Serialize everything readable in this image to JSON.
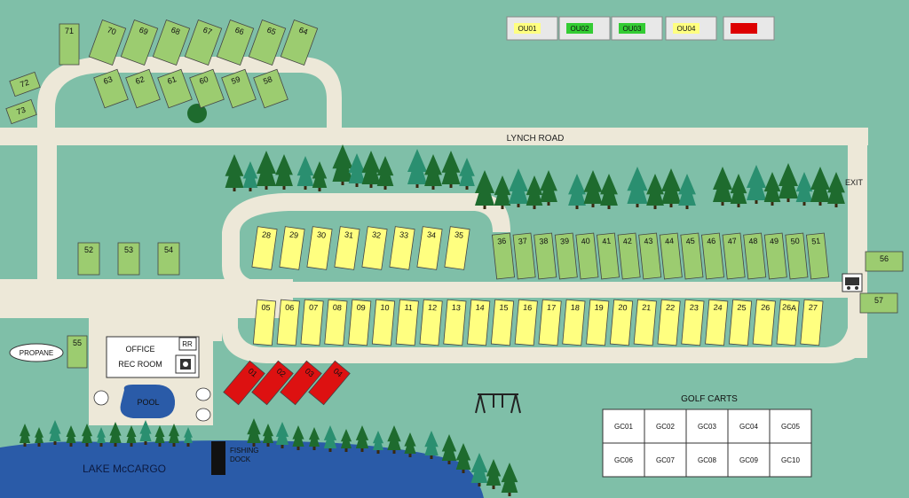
{
  "labels": {
    "road": "LYNCH ROAD",
    "exit": "EXIT",
    "office": "OFFICE",
    "rec_room": "REC ROOM",
    "restroom": "RR",
    "propane": "PROPANE",
    "pool": "POOL",
    "fishing_dock_1": "FISHING",
    "fishing_dock_2": "DOCK",
    "lake": "LAKE McCARGO",
    "golf_carts": "GOLF CARTS"
  },
  "legend": [
    {
      "label": "OU01",
      "color": "#ffff80"
    },
    {
      "label": "OU02",
      "color": "#33cc33"
    },
    {
      "label": "OU03",
      "color": "#33cc33"
    },
    {
      "label": "OU04",
      "color": "#ffff80"
    },
    {
      "label": "",
      "color": "#dd0000"
    }
  ],
  "colors": {
    "grass": "#7fbfa8",
    "road": "#ede8d8",
    "site_green": "#9ccc70",
    "site_yellow": "#ffff80",
    "site_red": "#dd1111",
    "tree_dark": "#1e6b2e",
    "tree_teal": "#2a8f70",
    "lake": "#2a5ba8",
    "pool": "#2a5ba8"
  },
  "sites": {
    "top_row": [
      "70",
      "69",
      "68",
      "67",
      "66",
      "65",
      "64"
    ],
    "top_lower_row": [
      "63",
      "62",
      "61",
      "60",
      "59",
      "58"
    ],
    "left_top": [
      "71",
      "72",
      "73"
    ],
    "left_middle": [
      "52",
      "53",
      "54"
    ],
    "loop_yellow": [
      "28",
      "29",
      "30",
      "31",
      "32",
      "33",
      "34",
      "35"
    ],
    "upper_green_row": [
      "36",
      "37",
      "38",
      "39",
      "40",
      "41",
      "42",
      "43",
      "44",
      "45",
      "46",
      "47",
      "48",
      "49",
      "50",
      "51"
    ],
    "lower_yellow_row": [
      "05",
      "06",
      "07",
      "08",
      "09",
      "10",
      "11",
      "12",
      "13",
      "14",
      "15",
      "16",
      "17",
      "18",
      "19",
      "20",
      "21",
      "22",
      "23",
      "24",
      "25",
      "26",
      "26A",
      "27"
    ],
    "red_sites": [
      "01",
      "02",
      "03",
      "04"
    ],
    "right": [
      "56",
      "57"
    ],
    "office_side": "55"
  },
  "golf_carts": [
    [
      "GC01",
      "GC02",
      "GC03",
      "GC04",
      "GC05"
    ],
    [
      "GC06",
      "GC07",
      "GC08",
      "GC09",
      "GC10"
    ]
  ]
}
